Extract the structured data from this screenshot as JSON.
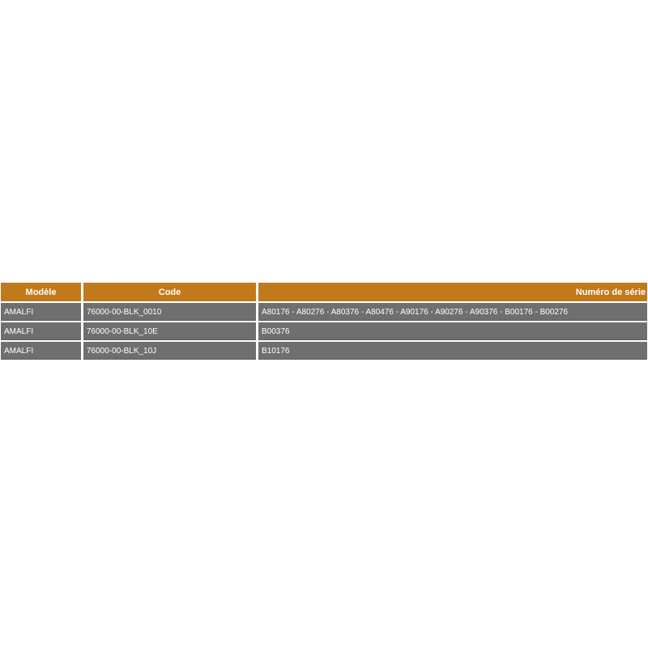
{
  "table": {
    "headers": [
      "Modèle",
      "Code",
      "Numéro de série"
    ],
    "rows": [
      [
        "AMALFI",
        "76000-00-BLK_0010",
        "A80176 - A80276 - A80376 - A80476 - A90176 - A90276 - A90376 - B00176 - B00276"
      ],
      [
        "AMALFI",
        "76000-00-BLK_10E",
        "B00376"
      ],
      [
        "AMALFI",
        "76000-00-BLK_10J",
        "B10176"
      ]
    ]
  },
  "colors": {
    "header_bg": "#c17a1b",
    "row_bg": "#6f6f6f",
    "text": "#ffffff"
  }
}
